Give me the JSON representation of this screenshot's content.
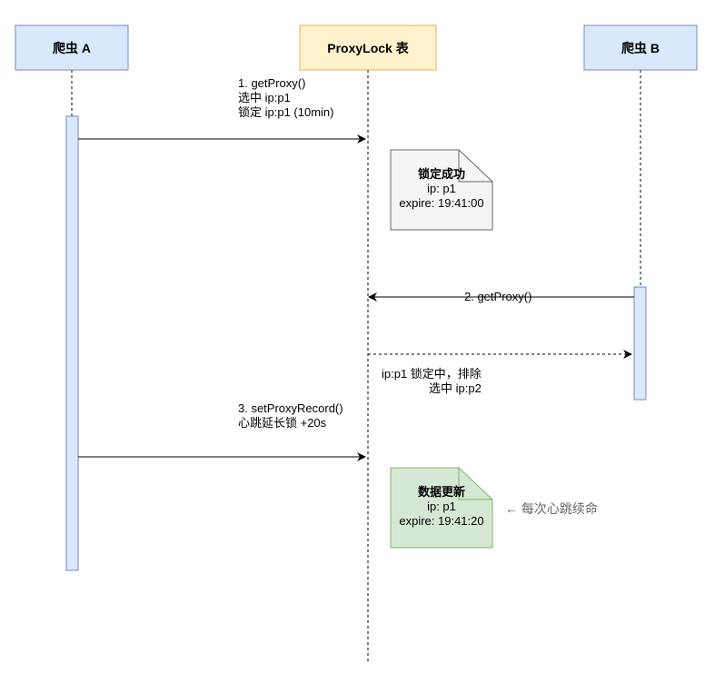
{
  "actors": {
    "a": {
      "label": "爬虫 A"
    },
    "proxy": {
      "label": "ProxyLock 表"
    },
    "b": {
      "label": "爬虫 B"
    }
  },
  "messages": {
    "m1": {
      "line1": "1. getProxy()",
      "line2": "选中 ip:p1",
      "line3": "锁定 ip:p1 (10min)"
    },
    "m2": {
      "label": "2. getProxy()"
    },
    "m2_reply": {
      "line1": "ip:p1 锁定中，排除",
      "line2": "选中 ip:p2"
    },
    "m3": {
      "line1": "3. setProxyRecord()",
      "line2": "心跳延长锁 +20s"
    }
  },
  "notes": {
    "locked": {
      "title": "锁定成功",
      "line1": "ip: p1",
      "line2": "expire: 19:41:00"
    },
    "updated": {
      "title": "数据更新",
      "line1": "ip: p1",
      "line2": "expire: 19:41:20"
    }
  },
  "side_note": "← 每次心跳续命",
  "colors": {
    "actor_blue_fill": "#dae8fc",
    "actor_blue_stroke": "#6c8ebf",
    "actor_yellow_fill": "#fff2cc",
    "actor_yellow_stroke": "#d6b656",
    "note_gray_fill": "#f5f5f5",
    "note_gray_stroke": "#666666",
    "note_green_fill": "#d5e8d4",
    "note_green_stroke": "#82b366"
  }
}
